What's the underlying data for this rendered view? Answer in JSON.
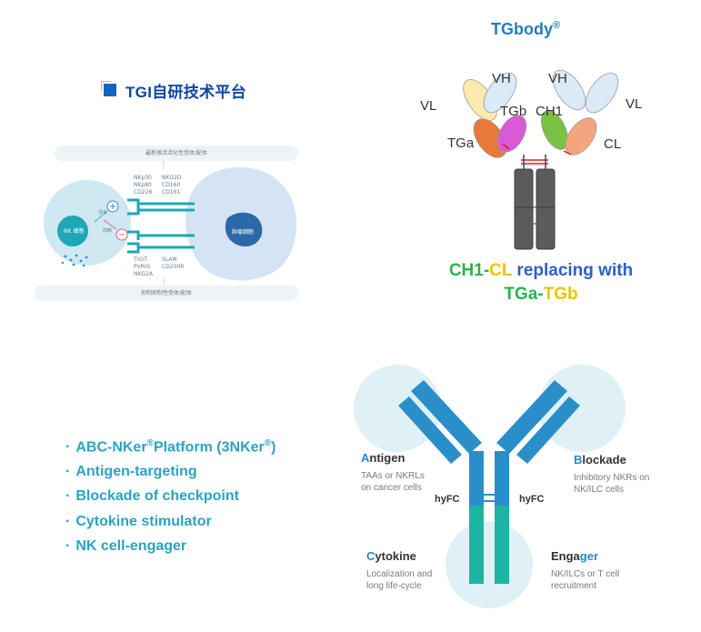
{
  "top_left": {
    "title": "TGI自研技术平台",
    "top_bar_label": "最新激活活化性受体/配体",
    "bottom_bar_label": "抑制抑制性受体/配体",
    "nk_cell_label": "NK 细胞",
    "tumor_cell_label": "肿瘤细胞",
    "activate_label": "活化",
    "inhibit_label": "抑制",
    "activating_receptors_col1": [
      "NKp30",
      "NKp80",
      "CD226"
    ],
    "activating_receptors_col2": [
      "NKG2D",
      "CD160",
      "CD161"
    ],
    "inhibitory_receptors_col1": [
      "TIGIT",
      "PVRIG",
      "NKG2A"
    ],
    "inhibitory_receptors_col2": [
      "SLAM",
      "CD200R"
    ]
  },
  "top_right": {
    "title": "TGbody",
    "title_mark": "®",
    "labels": {
      "vh_left": "VH",
      "vh_right": "VH",
      "vl_left": "VL",
      "vl_right": "VL",
      "tgb": "TGb",
      "ch1": "CH1",
      "tga": "TGa",
      "cl": "CL"
    },
    "caption_line1": [
      {
        "text": "CH1",
        "color": "#2bb24c"
      },
      {
        "text": "-",
        "color": "#2bb24c"
      },
      {
        "text": "CL",
        "color": "#f2c200"
      },
      {
        "text": " replacing with",
        "color": "#2b5fc7"
      }
    ],
    "caption_line2": [
      {
        "text": "TGa",
        "color": "#2bb24c"
      },
      {
        "text": "-",
        "color": "#2bb24c"
      },
      {
        "text": "TGb",
        "color": "#f2c200"
      }
    ],
    "colors": {
      "vh": "#dce9f7",
      "vl": "#fbe9ad",
      "tgb": "#d95ad6",
      "ch1": "#7cc242",
      "tga": "#e8793a",
      "cl": "#f2a67e",
      "fc": "#5a5a5a"
    }
  },
  "bottom_left": {
    "items": [
      {
        "text": "ABC-NKer",
        "sup": "®",
        "text2": "Platform (3NKer",
        "sup2": "®",
        "text3": ")"
      },
      {
        "text": "Antigen-targeting"
      },
      {
        "text": "Blockade of checkpoint"
      },
      {
        "text": "Cytokine stimulator"
      },
      {
        "text": "NK cell-engager"
      }
    ],
    "bullet": "·",
    "color": "#2aa3c4"
  },
  "bottom_right": {
    "antigen": {
      "initial": "A",
      "rest": "ntigen",
      "desc1": "TAAs or NKRLs",
      "desc2": "on cancer cells"
    },
    "blockade": {
      "initial": "B",
      "rest": "lockade",
      "desc1": "Inhibitory NKRs on",
      "desc2": "NK/ILC cells"
    },
    "cytokine": {
      "initial": "C",
      "rest": "ytokine",
      "desc1": "Localization and",
      "desc2": "long life-cycle"
    },
    "engager": {
      "prefix": "Enga",
      "hl": "ger",
      "desc1": "NK/ILCs or T cell",
      "desc2": "recruitment"
    },
    "hyfc_left": "hyFC",
    "hyfc_right": "hyFC",
    "colors": {
      "arm": "#2a8fc9",
      "fc": "#1fb3a2",
      "circle": "#dff1f6"
    }
  }
}
